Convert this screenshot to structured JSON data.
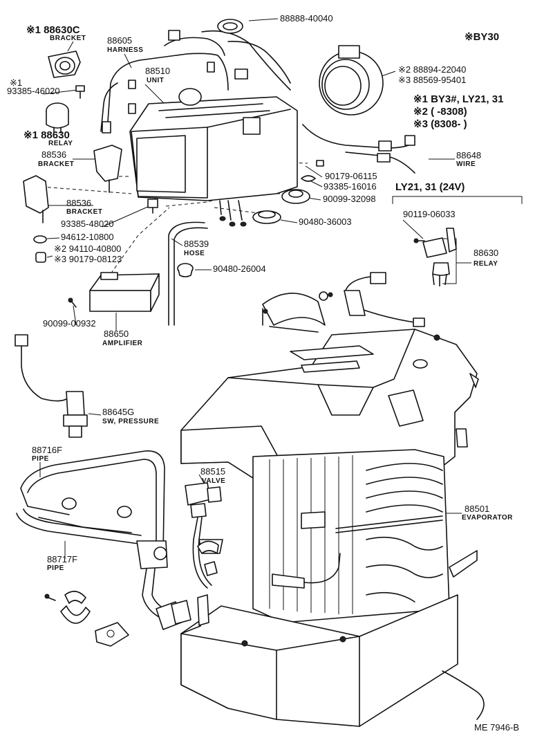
{
  "footer_code": "ME 7946-B",
  "notes": {
    "model": "※BY30",
    "n1": "※1 BY3#, LY21, 31",
    "n2": "※2 (      -8308)",
    "n3": "※3 (8308-        )",
    "relay_group": "LY21, 31 (24V)"
  },
  "labels": {
    "p88630C": "※1 88630C",
    "p88630C_cap": "BRACKET",
    "p88605": "88605",
    "p88605_cap": "HARNESS",
    "p88888": "88888-40040",
    "p93385_46020_mark": "※1",
    "p93385_46020": "93385-46020",
    "p88510": "88510",
    "p88510_cap": "UNIT",
    "p88894": "※2 88894-22040",
    "p88569": "※3 88569-95401",
    "p88630": "※1 88630",
    "p88630_cap": "RELAY",
    "p88536a": "88536",
    "p88536a_cap": "BRACKET",
    "p88648": "88648",
    "p88648_cap": "WIRE",
    "p90179_06115": "90179-06115",
    "p93385_16016": "93385-16016",
    "p90099_32098": "90099-32098",
    "p88536b": "88536",
    "p88536b_cap": "BRACKET",
    "p93385_48020": "93385-48020",
    "p90480_36003": "90480-36003",
    "p90119_06033": "90119-06033",
    "p94612": "94612-10800",
    "p94110": "※2 94110-40800",
    "p90179_08123": "※3 90179-08123",
    "p88539": "88539",
    "p88539_cap": "HOSE",
    "p88630r": "88630",
    "p88630r_cap": "RELAY",
    "p90480_26004": "90480-26004",
    "p90099_00932": "90099-00932",
    "p88650": "88650",
    "p88650_cap": "AMPLIFIER",
    "p88645G": "88645G",
    "p88645G_cap": "SW, PRESSURE",
    "p88716F": "88716F",
    "p88716F_cap": "PIPE",
    "p88515": "88515",
    "p88515_cap": "VALVE",
    "p88501": "88501",
    "p88501_cap": "EVAPORATOR",
    "p88717F": "88717F",
    "p88717F_cap": "PIPE"
  }
}
